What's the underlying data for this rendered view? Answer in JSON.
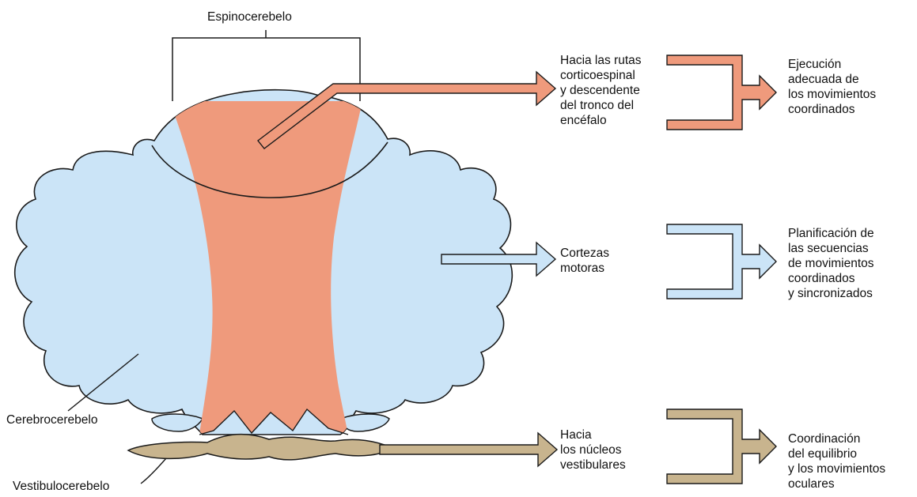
{
  "colors": {
    "spino": "#EF9A7C",
    "cerebro": "#CBE4F7",
    "vestibulo": "#C8B48E",
    "outline": "#1a1a1a"
  },
  "labels": {
    "espinocerebelo": "Espinocerebelo",
    "cerebrocerebelo": "Cerebrocerebelo",
    "vestibulocerebelo": "Vestibulocerebelo"
  },
  "pathways": {
    "spino": {
      "target": "Hacia las rutas\ncorticoespinal\ny descendente\ndel tronco del\nencéfalo",
      "outcome": "Ejecución\nadecuada de\nlos movimientos\ncoordinados"
    },
    "cerebro": {
      "target": "Cortezas\nmotoras",
      "outcome": "Planificación de\nlas secuencias\nde movimientos\ncoordinados\ny sincronizados"
    },
    "vestibulo": {
      "target": "Hacia\nlos núcleos\nvestibulares",
      "outcome": "Coordinación\ndel equilibrio\ny los movimientos\noculares"
    }
  }
}
